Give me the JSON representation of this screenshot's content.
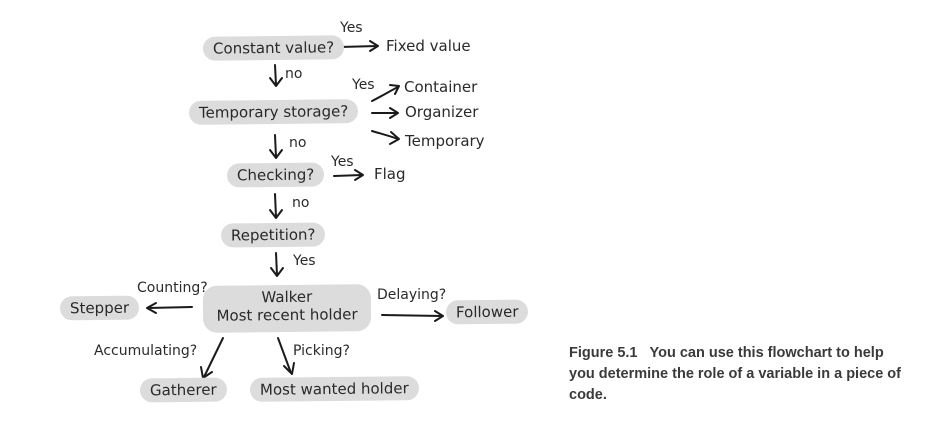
{
  "flowchart": {
    "q_constant": "Constant value?",
    "q_temporary": "Temporary storage?",
    "q_checking": "Checking?",
    "q_repetition": "Repetition?",
    "walker_line1": "Walker",
    "walker_line2": "Most recent holder",
    "stepper": "Stepper",
    "follower": "Follower",
    "gatherer": "Gatherer",
    "most_wanted": "Most wanted holder",
    "fixed_value": "Fixed value",
    "container": "Container",
    "organizer": "Organizer",
    "temporary": "Temporary",
    "flag": "Flag",
    "labels": {
      "yes1": "Yes",
      "no1": "no",
      "yes2": "Yes",
      "no2": "no",
      "yes3": "Yes",
      "no3": "no",
      "yes4": "Yes",
      "counting": "Counting?",
      "delaying": "Delaying?",
      "accumulating": "Accumulating?",
      "picking": "Picking?"
    }
  },
  "caption": {
    "number": "Figure 5.1",
    "text": "You can use this flowchart to help you determine the role of a variable in a piece of code."
  }
}
